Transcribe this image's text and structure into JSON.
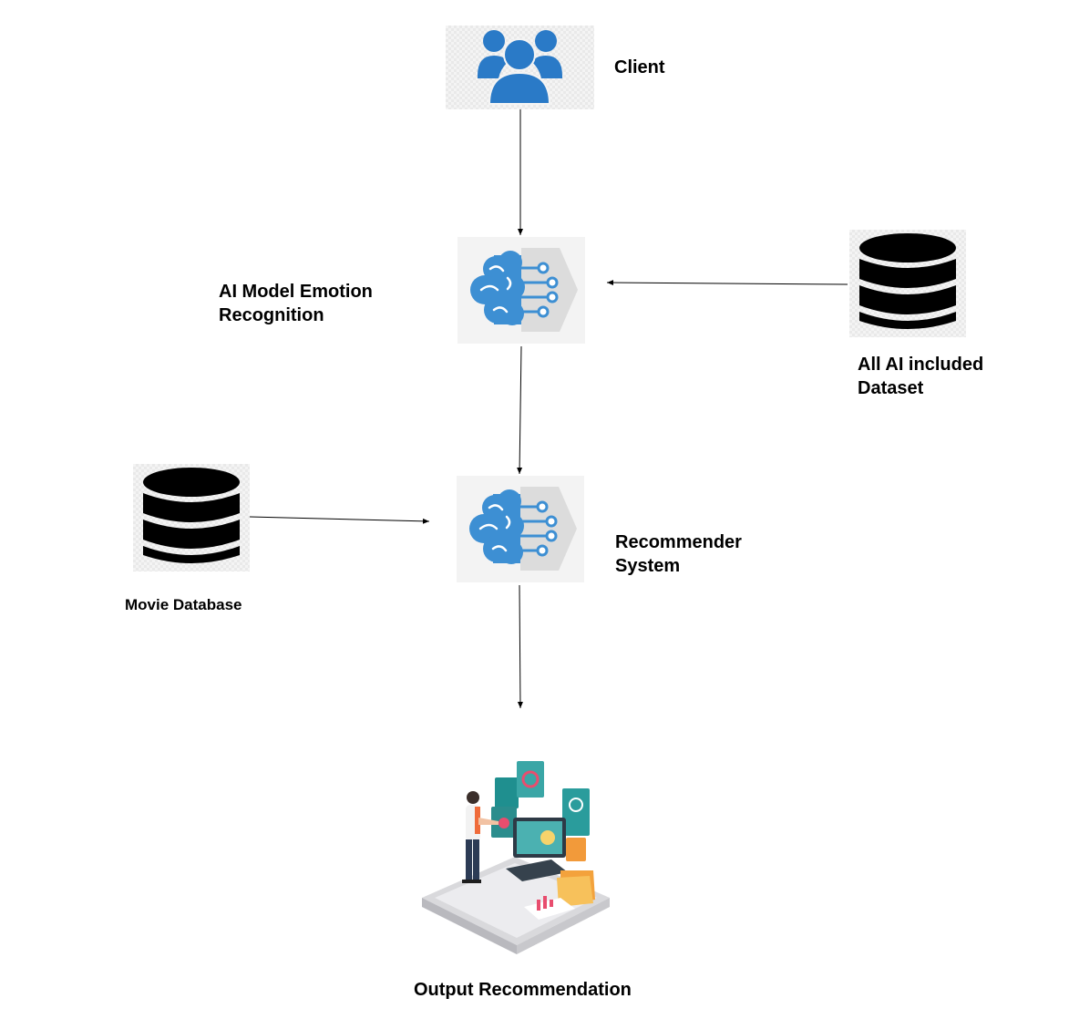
{
  "nodes": {
    "client": {
      "label": "Client",
      "icon": "users-icon"
    },
    "emotion_model": {
      "label_lines": [
        "AI Model Emotion",
        "Recognition"
      ],
      "icon": "ai-brain-icon"
    },
    "ai_dataset": {
      "label_lines": [
        "All AI included",
        "Dataset"
      ],
      "icon": "database-icon"
    },
    "recommender": {
      "label_lines": [
        "Recommender",
        "System"
      ],
      "icon": "ai-brain-icon"
    },
    "movie_db": {
      "label": "Movie Database",
      "icon": "database-icon"
    },
    "output": {
      "label": "Output Recommendation",
      "icon": "dashboard-illustration-icon"
    }
  },
  "colors": {
    "user_blue": "#2a7ac7",
    "brain_blue": "#3d8fd3",
    "brain_grey": "#dcdcdc",
    "database_black": "#000000",
    "arrow": "#000000"
  }
}
